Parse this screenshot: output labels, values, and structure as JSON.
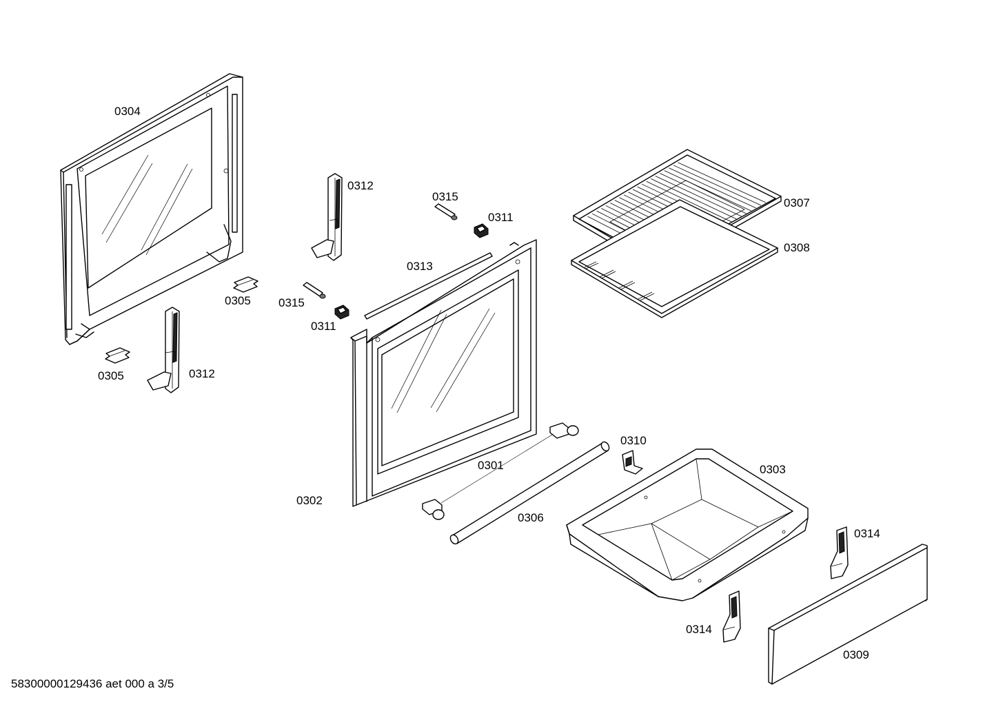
{
  "labels": {
    "p0301": "0301",
    "p0302": "0302",
    "p0303": "0303",
    "p0304": "0304",
    "p0305a": "0305",
    "p0305b": "0305",
    "p0306": "0306",
    "p0307": "0307",
    "p0308": "0308",
    "p0309": "0309",
    "p0310": "0310",
    "p0311a": "0311",
    "p0311b": "0311",
    "p0312a": "0312",
    "p0312b": "0312",
    "p0313": "0313",
    "p0314a": "0314",
    "p0314b": "0314",
    "p0315a": "0315",
    "p0315b": "0315"
  },
  "footer": {
    "code": "58300000129436 aet 000 a 3/5"
  }
}
